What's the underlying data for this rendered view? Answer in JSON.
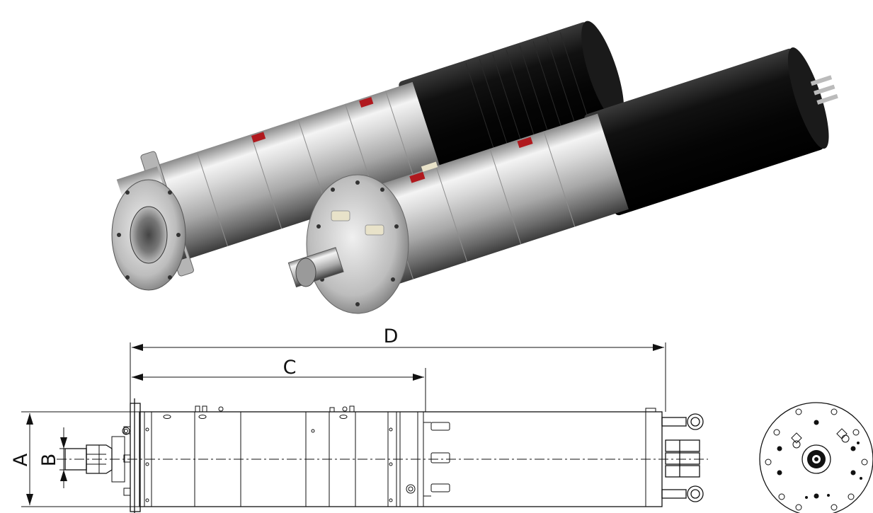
{
  "dimension_labels": {
    "a": "A",
    "b": "B",
    "c": "C",
    "d": "D"
  },
  "colors": {
    "steel_light": "#f2f2f2",
    "steel_mid": "#c8c8c8",
    "steel_dark": "#6e6e6e",
    "black_housing": "#0a0a0a",
    "accent_red": "#b0191e"
  }
}
